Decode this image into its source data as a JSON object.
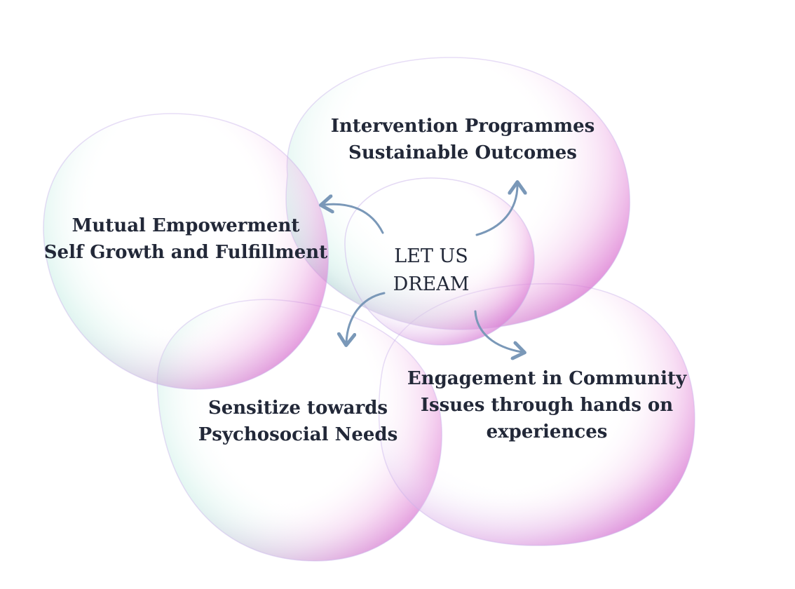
{
  "center": {
    "line1": "LET US",
    "line2": "DREAM"
  },
  "bubbles": {
    "intervention": {
      "line1": "Intervention Programmes",
      "line2": "Sustainable Outcomes"
    },
    "empowerment": {
      "line1": "Mutual Empowerment",
      "line2": "Self Growth and Fulfillment"
    },
    "sensitize": {
      "line1": "Sensitize towards",
      "line2": "Psychosocial Needs"
    },
    "engagement": {
      "line1": "Engagement in Community",
      "line2": "Issues through hands on",
      "line3": "experiences"
    }
  },
  "colors": {
    "bubble_pink": "#e58ad8",
    "bubble_purple": "#b79ee6",
    "bubble_mint": "#a6e4d5",
    "arrow": "#7a98b8",
    "text": "#222838"
  }
}
